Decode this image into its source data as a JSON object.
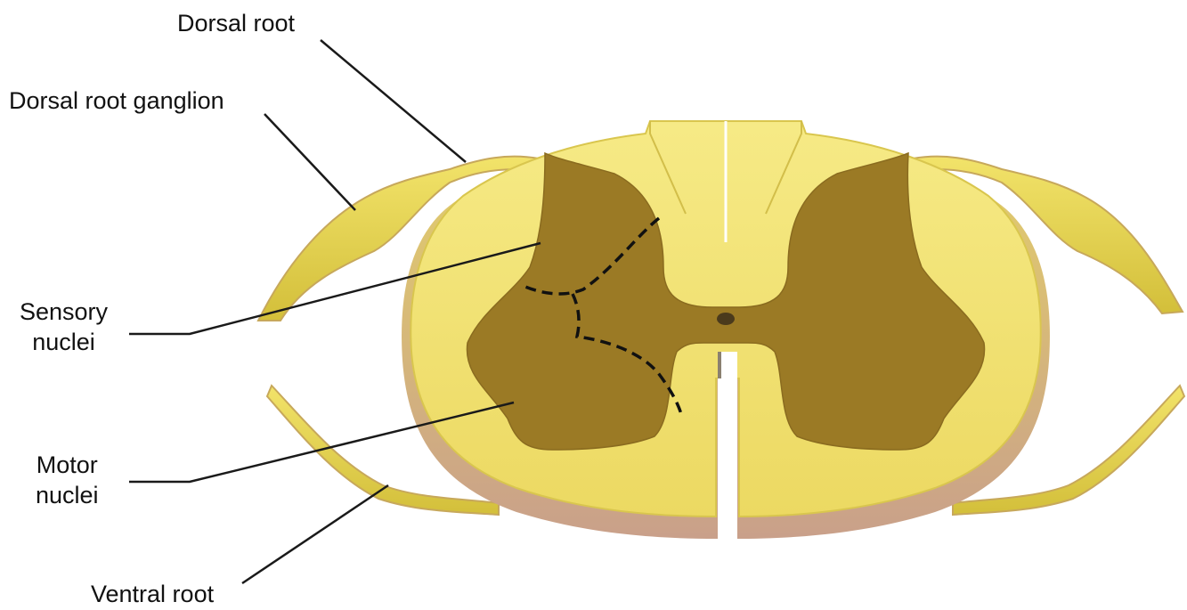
{
  "labels": {
    "dorsal_root": "Dorsal root",
    "dorsal_root_ganglion": "Dorsal root ganglion",
    "sensory_nuclei": "Sensory\nnuclei",
    "motor_nuclei": "Motor\nnuclei",
    "ventral_root": "Ventral root"
  },
  "colors": {
    "white_matter": "#f1e26e",
    "white_matter_edge": "#d9c64e",
    "gray_matter": "#9b7a25",
    "root": "#e6d546",
    "rim_shadow": "#c9a08a",
    "leader_line": "#1a1a1a",
    "boundary_dash": "#111111"
  }
}
